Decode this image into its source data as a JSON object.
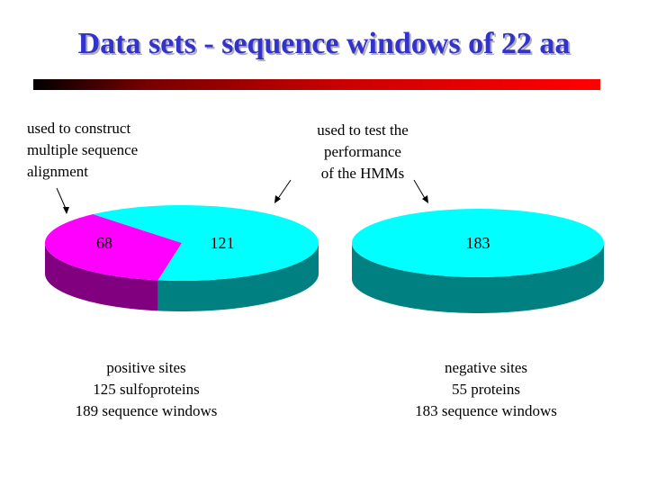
{
  "title": "Data sets - sequence windows of 22 aa",
  "annotations": {
    "left": [
      "used to construct",
      "multiple sequence",
      "alignment"
    ],
    "middle": [
      "used to test the",
      "performance",
      "of the HMMs"
    ]
  },
  "captions": {
    "positive": [
      "positive sites",
      "125 sulfoproteins",
      "189 sequence windows"
    ],
    "negative": [
      "negative sites",
      "55 proteins",
      "183 sequence windows"
    ]
  },
  "chart_data": [
    {
      "type": "pie",
      "name": "positive sites",
      "slices": [
        {
          "label": "68",
          "value": 68,
          "color": "#ff00ff",
          "side": "#800080"
        },
        {
          "label": "121",
          "value": 121,
          "color": "#00ffff",
          "side": "#008080"
        }
      ]
    },
    {
      "type": "pie",
      "name": "negative sites",
      "slices": [
        {
          "label": "183",
          "value": 183,
          "color": "#00ffff",
          "side": "#008080"
        }
      ]
    }
  ]
}
